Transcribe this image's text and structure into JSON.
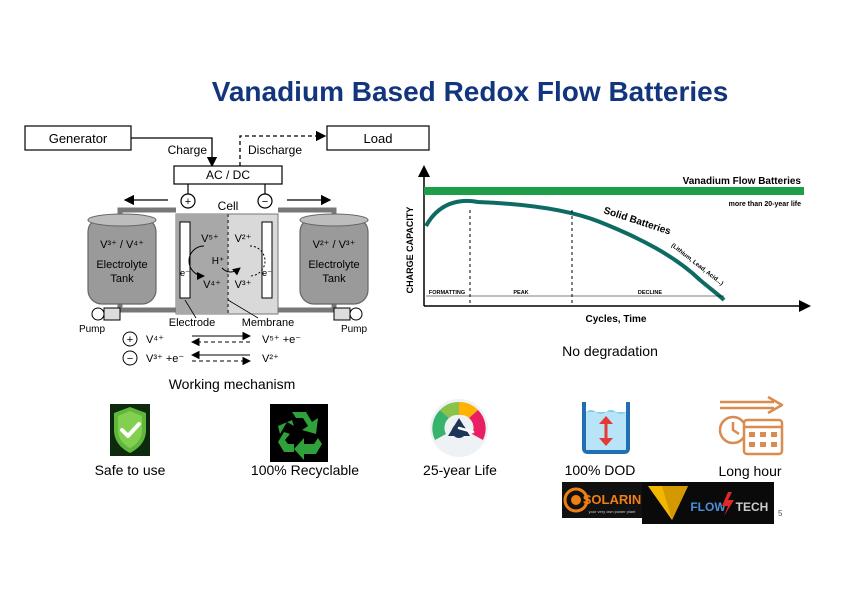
{
  "slide": {
    "title": "Vanadium Based Redox Flow Batteries",
    "page_number": "5"
  },
  "mechanism": {
    "generator": "Generator",
    "load": "Load",
    "charge": "Charge",
    "discharge": "Discharge",
    "acdc": "AC / DC",
    "cell": "Cell",
    "plus": "+",
    "minus": "−",
    "left_tank_ions": "V³⁺ / V⁴⁺",
    "left_tank_label1": "Electrolyte",
    "left_tank_label2": "Tank",
    "right_tank_ions": "V²⁺ / V³⁺",
    "right_tank_label1": "Electrolyte",
    "right_tank_label2": "Tank",
    "v5": "V⁵⁺",
    "v4": "V⁴⁺",
    "v2": "V²⁺",
    "v3": "V³⁺",
    "h": "H⁺",
    "e": "e⁻",
    "pump_left": "Pump",
    "pump_right": "Pump",
    "electrode": "Electrode",
    "membrane": "Membrane",
    "eq1_left": "V⁴⁺",
    "eq1_right": "V⁵⁺ +e⁻",
    "eq2_left": "V³⁺ +e⁻",
    "eq2_right": "V²⁺",
    "caption": "Working mechanism"
  },
  "chart_data": {
    "type": "line",
    "ylabel": "CHARGE CAPACITY",
    "xlabel": "Cycles, Time",
    "phases": [
      "FORMATTING",
      "PEAK",
      "DECLINE"
    ],
    "series": [
      {
        "name": "Vanadium Flow Batteries",
        "note": "more than 20-year life",
        "color": "#1f9e4a"
      },
      {
        "name": "Solid Batteries",
        "note": "(Lithium, Lead, Acid...)",
        "color": "#0e6b63"
      }
    ],
    "caption": "No degradation"
  },
  "features": [
    {
      "label": "Safe to use",
      "icon": "shield-check-icon"
    },
    {
      "label": "100% Recyclable",
      "icon": "recycle-icon"
    },
    {
      "label": "25-year Life",
      "icon": "gauge-icon"
    },
    {
      "label": "100% DOD",
      "icon": "tank-level-icon"
    },
    {
      "label": "Long hour",
      "icon": "calendar-clock-icon"
    }
  ],
  "logos": {
    "solarin": "SOLARIN",
    "solarin_tagline": "your very own power plant",
    "flowtech_left": "FLOW",
    "flowtech_right": "TECH"
  }
}
